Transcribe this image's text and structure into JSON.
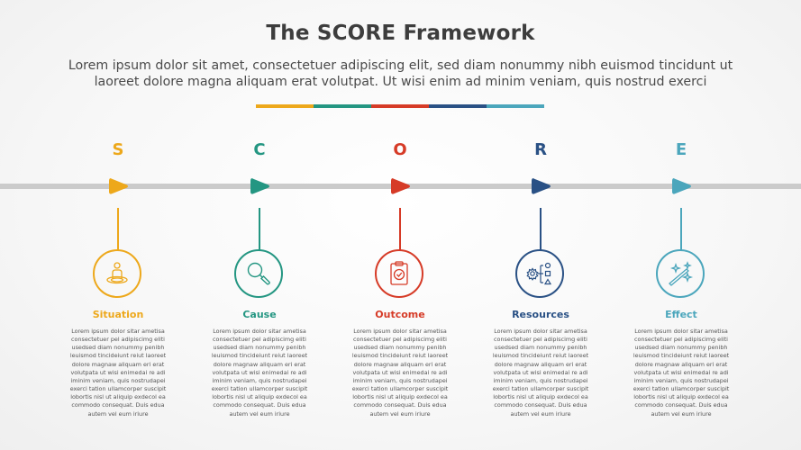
{
  "title": "The SCORE Framework",
  "subtitle": {
    "line1": "Lorem ipsum dolor sit amet, consectetuer adipiscing elit, sed diam nonummy nibh euismod tincidunt ut",
    "line2": "laoreet dolore magna aliquam erat volutpat. Ut wisi enim ad minim veniam, quis nostrud exerci"
  },
  "colors": {
    "yellow": "#EDA81B",
    "green": "#249682",
    "red": "#D63B27",
    "navy": "#2A5185",
    "teal": "#4BA6BC",
    "timeline": "#CBCBCB",
    "title": "#3D3D3D"
  },
  "steps": [
    {
      "letter": "S",
      "label": "Situation",
      "icon": "person-on-target-icon",
      "color": "#EDA81B",
      "body": "Lorem ipsum dolor sitar ametisa consectetuer pel adipiscimg eliti usedsed diam nonummy penibh leuismod tincideiunt reiut laoreet dolore magnaw aliquam eri erat volutpata ut wisi enimedai re adi iminim veniam, quis nostrudapei exerci tation ullamcorper suscipit lobortis nisl ut aliquip exdecol ea commodo consequat. Duis edua autem vel eum iriure"
    },
    {
      "letter": "C",
      "label": "Cause",
      "icon": "magnifier-icon",
      "color": "#249682",
      "body": "Lorem ipsum dolor sitar ametisa consectetuer pel adipiscimg eliti usedsed diam nonummy penibh leuismod tincideiunt reiut laoreet dolore magnaw aliquam eri erat volutpata ut wisi enimedai re adi iminim veniam, quis nostrudapei exerci tation ullamcorper suscipit lobortis nisl ut aliquip exdecol ea commodo consequat. Duis edua autem vel eum iriure"
    },
    {
      "letter": "O",
      "label": "Outcome",
      "icon": "clipboard-check-icon",
      "color": "#D63B27",
      "body": "Lorem ipsum dolor sitar ametisa consectetuer pel adipiscimg eliti usedsed diam nonummy penibh leuismod tincideiunt reiut laoreet dolore magnaw aliquam eri erat volutpata ut wisi enimedai re adi iminim veniam, quis nostrudapei exerci tation ullamcorper suscipit lobortis nisl ut aliquip exdecol ea commodo consequat. Duis edua autem vel eum iriure"
    },
    {
      "letter": "R",
      "label": "Resources",
      "icon": "gear-shapes-icon",
      "color": "#2A5185",
      "body": "Lorem ipsum dolor sitar ametisa consectetuer pel adipiscimg eliti usedsed diam nonummy penibh leuismod tincideiunt reiut laoreet dolore magnaw aliquam eri erat volutpata ut wisi enimedai re adi iminim veniam, quis nostrudapei exerci tation ullamcorper suscipit lobortis nisl ut aliquip exdecol ea commodo consequat. Duis edua autem vel eum iriure"
    },
    {
      "letter": "E",
      "label": "Effect",
      "icon": "magic-wand-icon",
      "color": "#4BA6BC",
      "body": "Lorem ipsum dolor sitar ametisa consectetuer pel adipiscimg eliti usedsed diam nonummy penibh leuismod tincideiunt reiut laoreet dolore magnaw aliquam eri erat volutpata ut wisi enimedai re adi iminim veniam, quis nostrudapei exerci tation ullamcorper suscipit lobortis nisl ut aliquip exdecol ea commodo consequat. Duis edua autem vel eum iriure"
    }
  ]
}
